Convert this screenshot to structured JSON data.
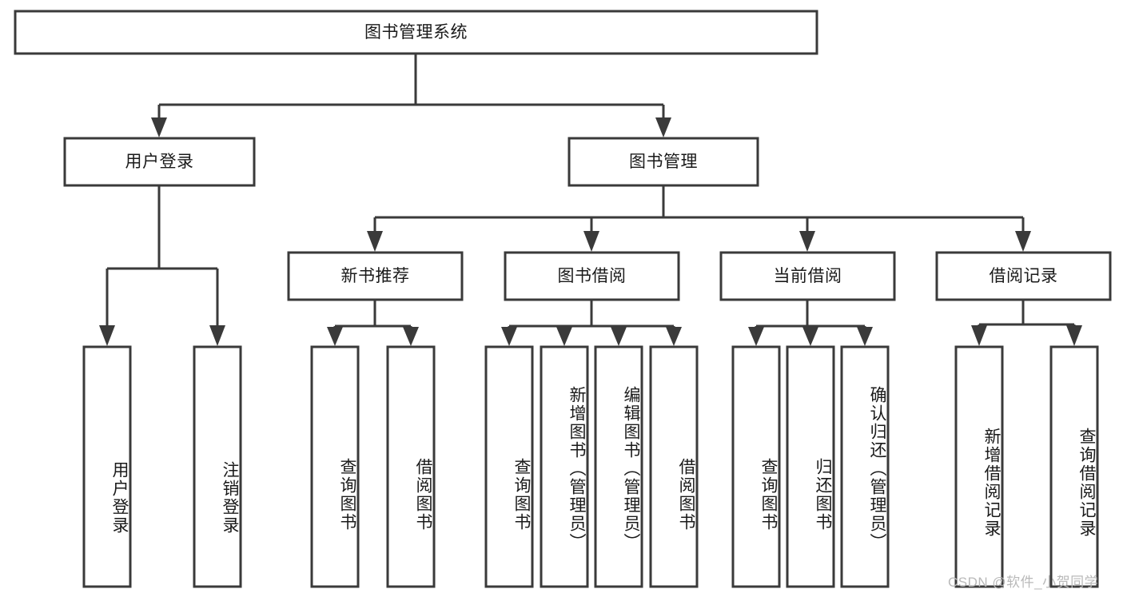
{
  "diagram": {
    "type": "tree",
    "title": "图书管理系统",
    "watermark": "CSDN @软件_小贺同学",
    "nodes": {
      "root": {
        "label": "图书管理系统",
        "level": 0
      },
      "l1_a": {
        "label": "用户登录",
        "level": 1
      },
      "l1_b": {
        "label": "图书管理",
        "level": 1
      },
      "l2_a": {
        "label": "新书推荐",
        "level": 2
      },
      "l2_b": {
        "label": "图书借阅",
        "level": 2
      },
      "l2_c": {
        "label": "当前借阅",
        "level": 2
      },
      "l2_d": {
        "label": "借阅记录",
        "level": 2
      },
      "leaf_1": {
        "label": "用户登录",
        "level": 3
      },
      "leaf_2": {
        "label": "注销登录",
        "level": 3
      },
      "leaf_3": {
        "label": "查询图书",
        "level": 3
      },
      "leaf_4": {
        "label": "借阅图书",
        "level": 3
      },
      "leaf_5": {
        "label": "查询图书",
        "level": 3
      },
      "leaf_6": {
        "label": "新增图书（管理员）",
        "level": 3
      },
      "leaf_7": {
        "label": "编辑图书（管理员）",
        "level": 3
      },
      "leaf_8": {
        "label": "借阅图书",
        "level": 3
      },
      "leaf_9": {
        "label": "查询图书",
        "level": 3
      },
      "leaf_10": {
        "label": "归还图书",
        "level": 3
      },
      "leaf_11": {
        "label": "确认归还（管理员）",
        "level": 3
      },
      "leaf_12": {
        "label": "新增借阅记录",
        "level": 3
      },
      "leaf_13": {
        "label": "查询借阅记录",
        "level": 3
      }
    },
    "edges": [
      {
        "from": "root",
        "to": "l1_a"
      },
      {
        "from": "root",
        "to": "l1_b"
      },
      {
        "from": "l1_a",
        "to": "leaf_1"
      },
      {
        "from": "l1_a",
        "to": "leaf_2"
      },
      {
        "from": "l1_b",
        "to": "l2_a"
      },
      {
        "from": "l1_b",
        "to": "l2_b"
      },
      {
        "from": "l1_b",
        "to": "l2_c"
      },
      {
        "from": "l1_b",
        "to": "l2_d"
      },
      {
        "from": "l2_a",
        "to": "leaf_3"
      },
      {
        "from": "l2_a",
        "to": "leaf_4"
      },
      {
        "from": "l2_b",
        "to": "leaf_5"
      },
      {
        "from": "l2_b",
        "to": "leaf_6"
      },
      {
        "from": "l2_b",
        "to": "leaf_7"
      },
      {
        "from": "l2_b",
        "to": "leaf_8"
      },
      {
        "from": "l2_c",
        "to": "leaf_9"
      },
      {
        "from": "l2_c",
        "to": "leaf_10"
      },
      {
        "from": "l2_c",
        "to": "leaf_11"
      },
      {
        "from": "l2_d",
        "to": "leaf_12"
      },
      {
        "from": "l2_d",
        "to": "leaf_13"
      }
    ],
    "colors": {
      "box_stroke": "#3a3a3a",
      "box_fill": "#ffffff",
      "text": "#1a1a1a",
      "background": "#ffffff",
      "watermark": "#b9b9b9"
    }
  }
}
